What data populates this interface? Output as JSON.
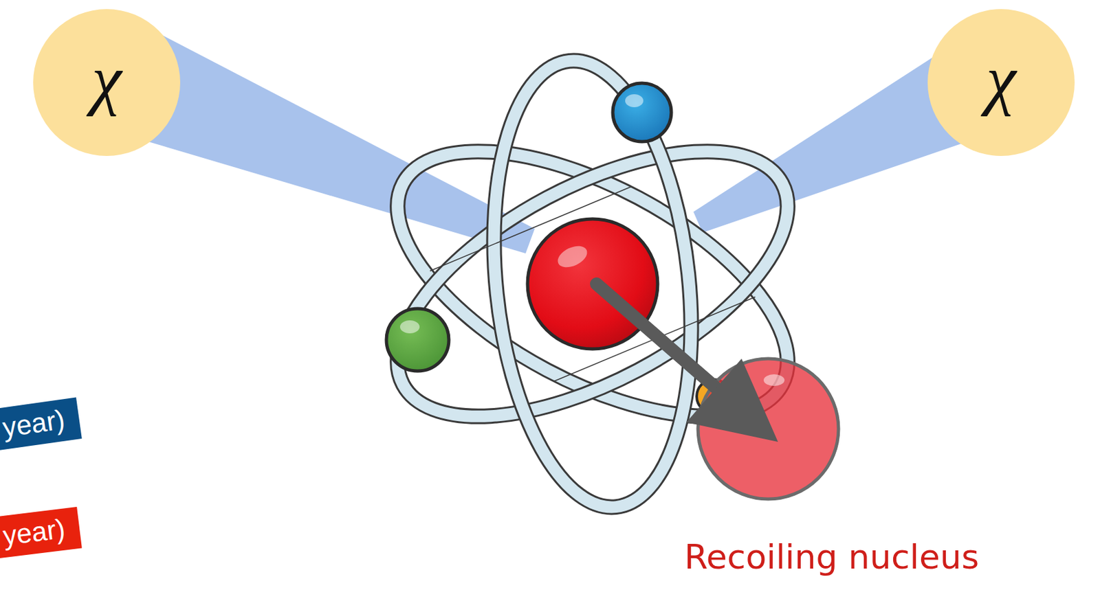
{
  "diagram": {
    "nodes": [
      {
        "text": [
          "χ"
        ]
      },
      {
        "text": [
          "χ"
        ]
      },
      {
        "text": [
          "year)"
        ]
      },
      {
        "text": [
          "year)"
        ]
      }
    ],
    "labels": [
      "Recoiling nucleus"
    ]
  }
}
